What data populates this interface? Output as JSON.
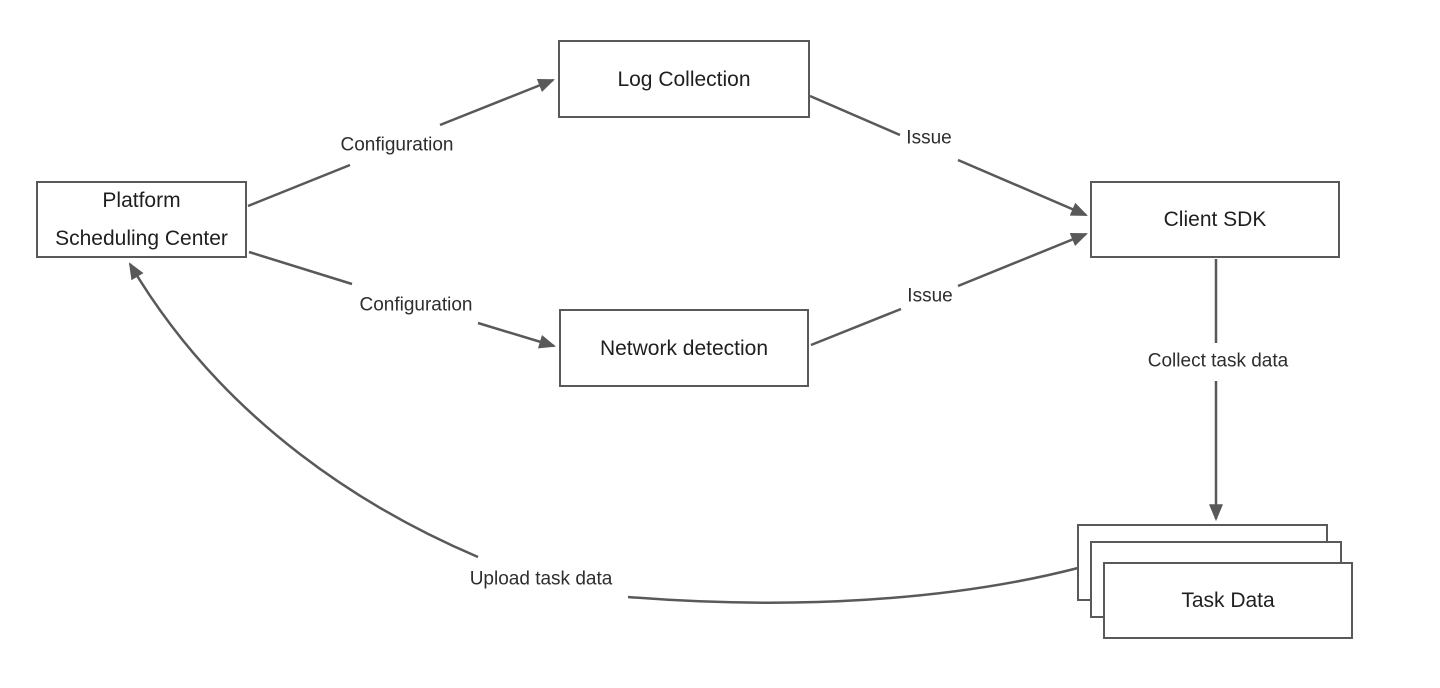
{
  "canvas": {
    "background_color": "#ffffff",
    "line_color": "#595959",
    "node_text_color": "#1f1f1f",
    "label_text_color": "#2e2e2e"
  },
  "nodes": {
    "platform": {
      "line1": "Platform",
      "line2": "Scheduling Center"
    },
    "log_collection": {
      "label": "Log Collection"
    },
    "network_detection": {
      "label": "Network detection"
    },
    "client_sdk": {
      "label": "Client SDK"
    },
    "task_data": {
      "label": "Task Data"
    }
  },
  "edge_labels": {
    "config_top": {
      "label": "Configuration"
    },
    "config_bottom": {
      "label": "Configuration"
    },
    "issue_top": {
      "label": "Issue"
    },
    "issue_bottom": {
      "label": "Issue"
    },
    "collect_task_data": {
      "label": "Collect task data"
    },
    "upload_task_data": {
      "label": "Upload task data"
    }
  }
}
